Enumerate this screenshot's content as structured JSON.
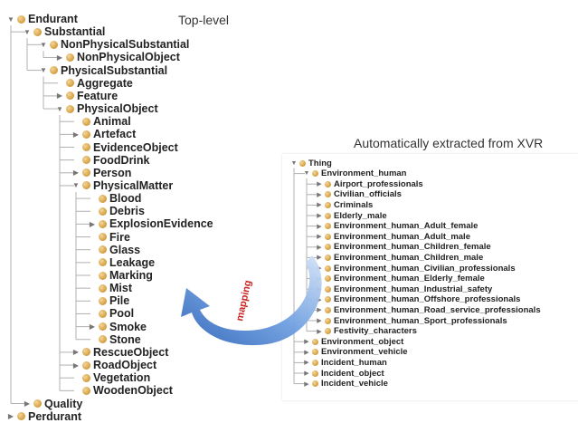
{
  "captions": {
    "top_level": "Top-level",
    "extracted": "Automatically extracted from XVR"
  },
  "arrow_label": "mapping",
  "colors": {
    "node": "#d8a54a",
    "arrow": "#4a7fcf",
    "label": "#cc2222",
    "line": "#b0b0b0"
  },
  "left_tree": [
    {
      "label": "Endurant",
      "depth": 0,
      "expanded": true
    },
    {
      "label": "Substantial",
      "depth": 1,
      "expanded": true
    },
    {
      "label": "NonPhysicalSubstantial",
      "depth": 2,
      "expanded": true
    },
    {
      "label": "NonPhysicalObject",
      "depth": 3,
      "expanded": false
    },
    {
      "label": "PhysicalSubstantial",
      "depth": 2,
      "expanded": true
    },
    {
      "label": "Aggregate",
      "depth": 3,
      "leaf": true
    },
    {
      "label": "Feature",
      "depth": 3,
      "expanded": false
    },
    {
      "label": "PhysicalObject",
      "depth": 3,
      "expanded": true
    },
    {
      "label": "Animal",
      "depth": 4,
      "leaf": true
    },
    {
      "label": "Artefact",
      "depth": 4,
      "expanded": false
    },
    {
      "label": "EvidenceObject",
      "depth": 4,
      "leaf": true
    },
    {
      "label": "FoodDrink",
      "depth": 4,
      "leaf": true
    },
    {
      "label": "Person",
      "depth": 4,
      "expanded": false
    },
    {
      "label": "PhysicalMatter",
      "depth": 4,
      "expanded": true
    },
    {
      "label": "Blood",
      "depth": 5,
      "leaf": true
    },
    {
      "label": "Debris",
      "depth": 5,
      "leaf": true
    },
    {
      "label": "ExplosionEvidence",
      "depth": 5,
      "expanded": false
    },
    {
      "label": "Fire",
      "depth": 5,
      "leaf": true
    },
    {
      "label": "Glass",
      "depth": 5,
      "leaf": true
    },
    {
      "label": "Leakage",
      "depth": 5,
      "leaf": true
    },
    {
      "label": "Marking",
      "depth": 5,
      "leaf": true
    },
    {
      "label": "Mist",
      "depth": 5,
      "leaf": true
    },
    {
      "label": "Pile",
      "depth": 5,
      "leaf": true
    },
    {
      "label": "Pool",
      "depth": 5,
      "leaf": true
    },
    {
      "label": "Smoke",
      "depth": 5,
      "expanded": false
    },
    {
      "label": "Stone",
      "depth": 5,
      "leaf": true
    },
    {
      "label": "RescueObject",
      "depth": 4,
      "expanded": false
    },
    {
      "label": "RoadObject",
      "depth": 4,
      "expanded": false
    },
    {
      "label": "Vegetation",
      "depth": 4,
      "leaf": true
    },
    {
      "label": "WoodenObject",
      "depth": 4,
      "leaf": true
    },
    {
      "label": "Quality",
      "depth": 1,
      "expanded": false
    },
    {
      "label": "Perdurant",
      "depth": 0,
      "expanded": false
    }
  ],
  "right_tree": [
    {
      "label": "Thing",
      "depth": 0,
      "expanded": true
    },
    {
      "label": "Environment_human",
      "depth": 1,
      "expanded": true
    },
    {
      "label": "Airport_professionals",
      "depth": 2,
      "expanded": false
    },
    {
      "label": "Civilian_officials",
      "depth": 2,
      "expanded": false
    },
    {
      "label": "Criminals",
      "depth": 2,
      "expanded": false
    },
    {
      "label": "Elderly_male",
      "depth": 2,
      "expanded": false
    },
    {
      "label": "Environment_human_Adult_female",
      "depth": 2,
      "expanded": false
    },
    {
      "label": "Environment_human_Adult_male",
      "depth": 2,
      "expanded": false
    },
    {
      "label": "Environment_human_Children_female",
      "depth": 2,
      "expanded": false
    },
    {
      "label": "Environment_human_Children_male",
      "depth": 2,
      "expanded": false
    },
    {
      "label": "Environment_human_Civilian_professionals",
      "depth": 2,
      "expanded": false
    },
    {
      "label": "Environment_human_Elderly_female",
      "depth": 2,
      "expanded": false
    },
    {
      "label": "Environment_human_Industrial_safety",
      "depth": 2,
      "expanded": false
    },
    {
      "label": "Environment_human_Offshore_professionals",
      "depth": 2,
      "expanded": false
    },
    {
      "label": "Environment_human_Road_service_professionals",
      "depth": 2,
      "expanded": false
    },
    {
      "label": "Environment_human_Sport_professionals",
      "depth": 2,
      "expanded": false
    },
    {
      "label": "Festivity_characters",
      "depth": 2,
      "expanded": false
    },
    {
      "label": "Environment_object",
      "depth": 1,
      "expanded": false
    },
    {
      "label": "Environment_vehicle",
      "depth": 1,
      "expanded": false
    },
    {
      "label": "Incident_human",
      "depth": 1,
      "expanded": false
    },
    {
      "label": "Incident_object",
      "depth": 1,
      "expanded": false
    },
    {
      "label": "Incident_vehicle",
      "depth": 1,
      "expanded": false
    }
  ]
}
